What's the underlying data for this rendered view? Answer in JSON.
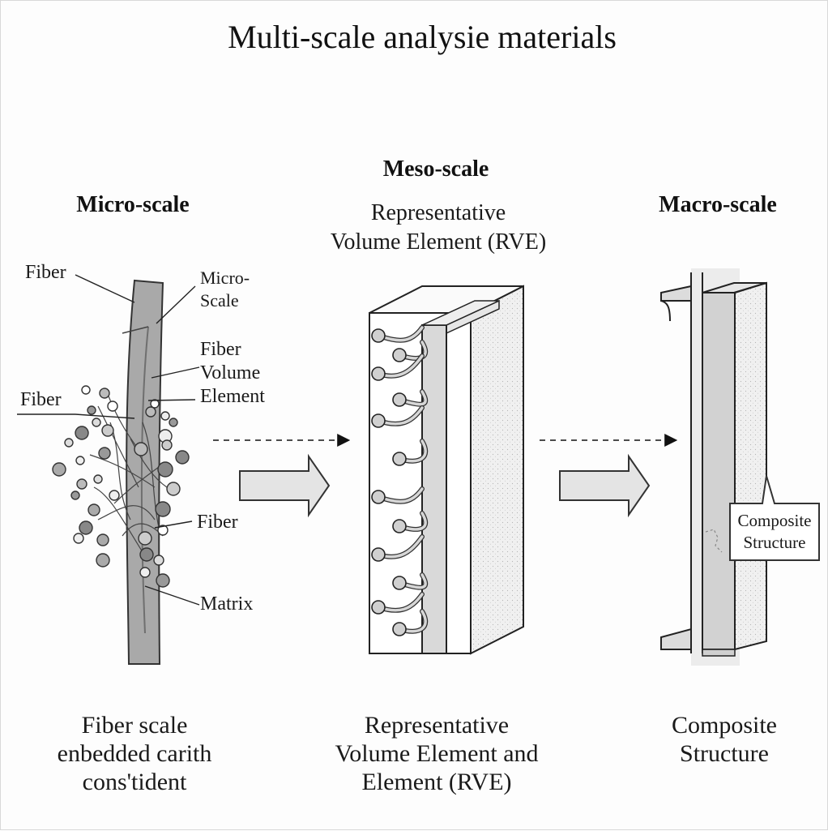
{
  "title": "Multi-scale analysie materials",
  "micro": {
    "heading": "Micro-scale",
    "labels": {
      "fiber_top": "Fiber",
      "micro_scale_1": "Micro-",
      "micro_scale_2": "Scale",
      "fve_1": "Fiber",
      "fve_2": "Volume",
      "fve_3": "Element",
      "fiber_left": "Fiber",
      "fiber_right": "Fiber",
      "matrix": "Matrix"
    },
    "caption": [
      "Fiber scale",
      "enbedded carith",
      "cons'tident"
    ]
  },
  "meso": {
    "heading": "Meso-scale",
    "subheading": [
      "Representative",
      "Volume Element (RVE)"
    ],
    "caption": [
      "Representative",
      "Volume Element and",
      "Element (RVE)"
    ]
  },
  "macro": {
    "heading": "Macro-scale",
    "callout": [
      "Composite",
      "Structure"
    ],
    "caption": [
      "Composite",
      "Structure"
    ]
  }
}
